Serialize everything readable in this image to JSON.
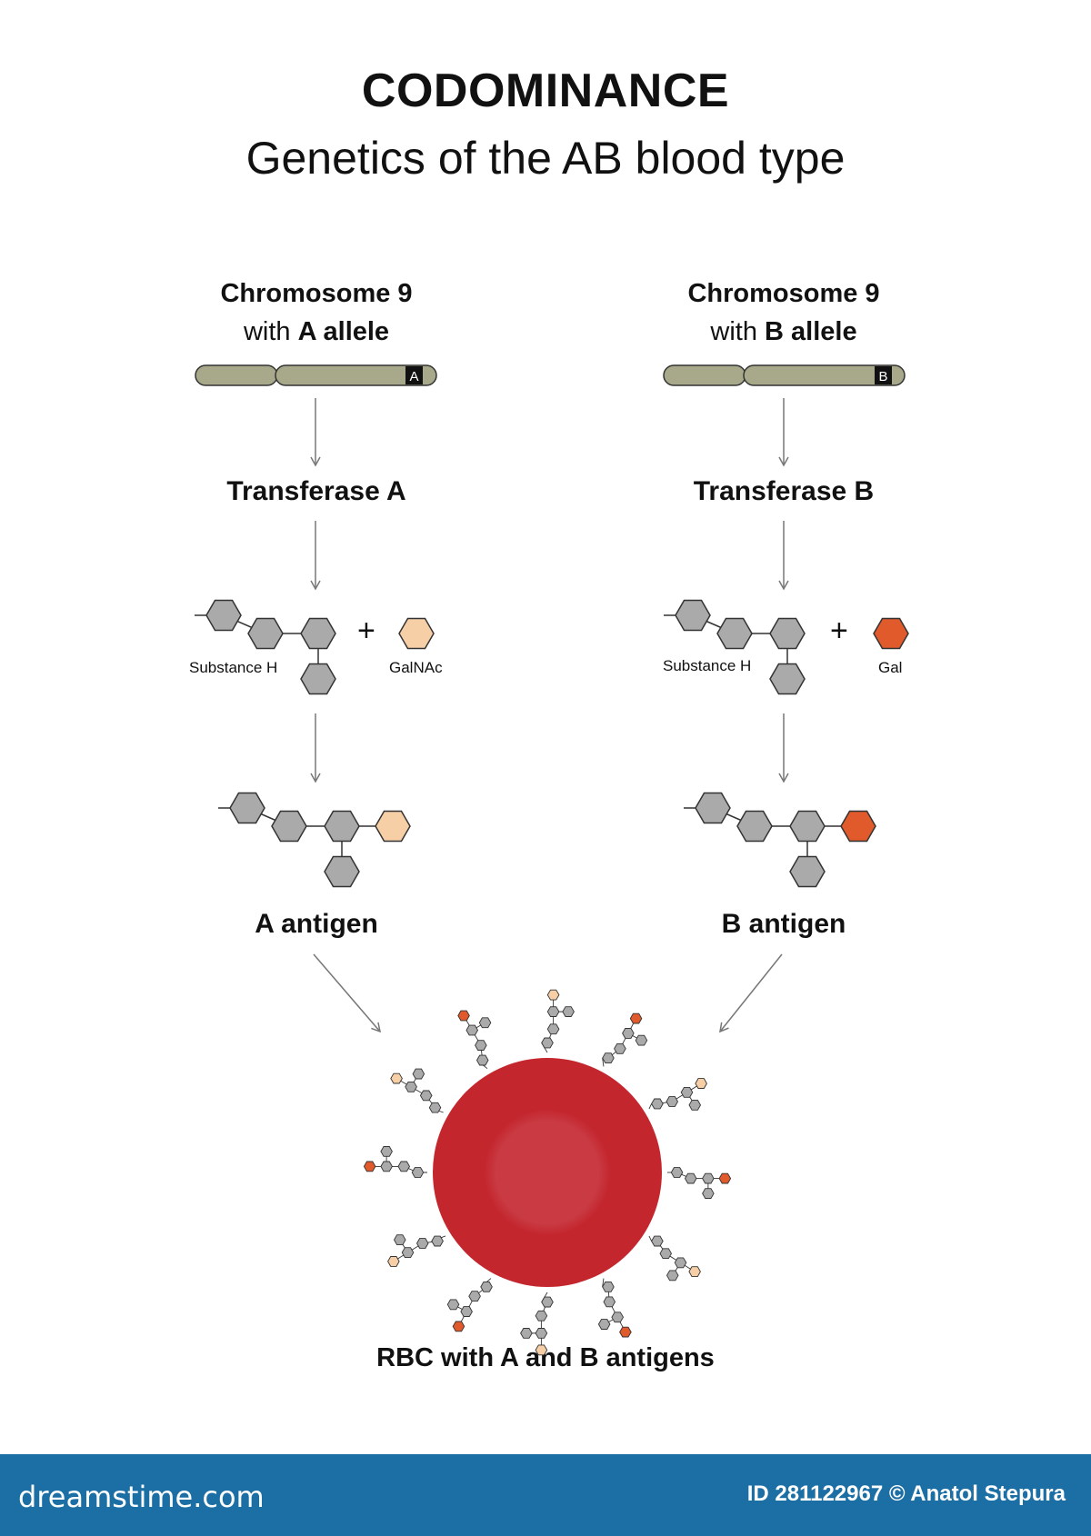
{
  "title": "CODOMINANCE",
  "subtitle": "Genetics of the AB blood type",
  "left": {
    "chromosome_line1": "Chromosome 9",
    "chromosome_line2_prefix": "with ",
    "chromosome_line2_bold": "A allele",
    "allele_marker": "A",
    "enzyme": "Transferase A",
    "substrate": "Substance H",
    "plus": "+",
    "sugar": "GalNAc",
    "antigen": "A antigen"
  },
  "right": {
    "chromosome_line1": "Chromosome 9",
    "chromosome_line2_prefix": "with ",
    "chromosome_line2_bold": "B allele",
    "allele_marker": "B",
    "enzyme": "Transferase B",
    "substrate": "Substance H",
    "plus": "+",
    "sugar": "Gal",
    "antigen": "B antigen"
  },
  "rbc_label": "RBC with A  and B antigens",
  "footer": {
    "brand": "dreamstime.com",
    "credit": "ID 281122967 © Anatol Stepura"
  },
  "colors": {
    "chromosome": "#a7a98a",
    "hexagon_gray": "#aaaaaa",
    "galnac": "#f6cfa6",
    "gal": "#e05a2c",
    "rbc": "#c4262e",
    "footer_bg": "#1c6fa4"
  }
}
